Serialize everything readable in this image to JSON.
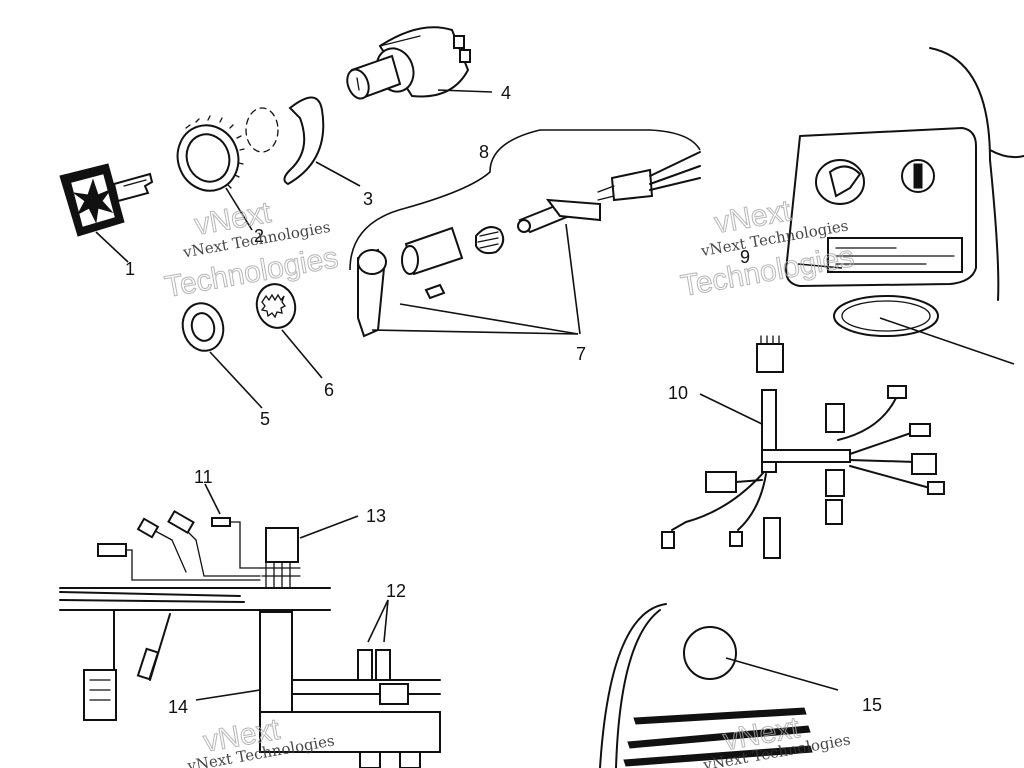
{
  "diagram": {
    "callouts": {
      "c1": "1",
      "c2": "2",
      "c3": "3",
      "c4": "4",
      "c5": "5",
      "c6": "6",
      "c7": "7",
      "c8": "8",
      "c9": "9",
      "c10": "10",
      "c11": "11",
      "c12": "12",
      "c13": "13",
      "c14": "14",
      "c15": "15"
    },
    "watermark": {
      "small": "vNext Technologies",
      "big_top": "vNext",
      "big_bottom": "Technologies"
    }
  }
}
